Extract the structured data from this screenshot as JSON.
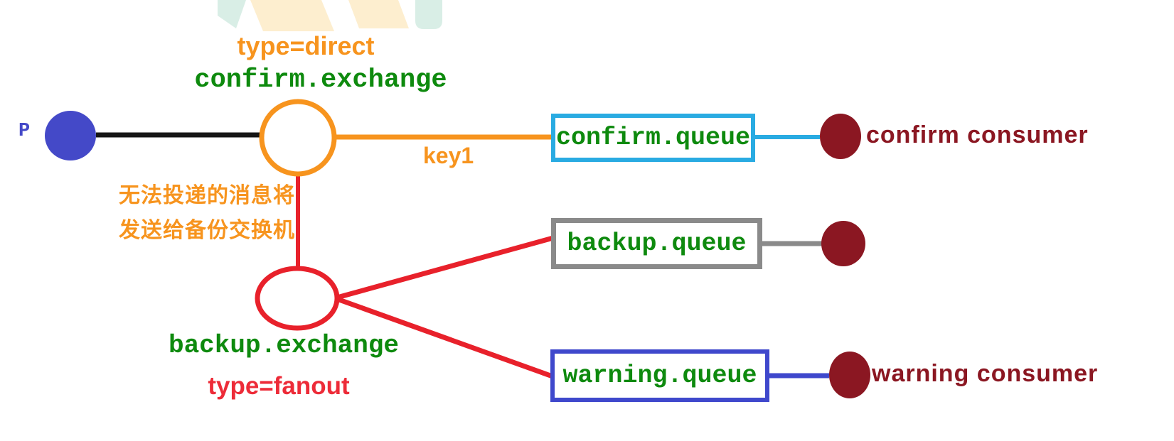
{
  "diagram": {
    "title_context": "RabbitMQ backup exchange topology",
    "producer": {
      "label": "P"
    },
    "confirm_exchange": {
      "name": "confirm.exchange",
      "type_label": "type=direct",
      "routing_key": "key1"
    },
    "backup_exchange": {
      "name": "backup.exchange",
      "type_label": "type=fanout"
    },
    "note": {
      "line1": "无法投递的消息将",
      "line2": "发送给备份交换机"
    },
    "queues": {
      "confirm": "confirm.queue",
      "backup": "backup.queue",
      "warning": "warning.queue"
    },
    "consumers": {
      "confirm": "confirm consumer",
      "warning": "warning consumer"
    }
  },
  "colors": {
    "orange_accent": "#F7941E",
    "green_label": "#0E8A0E",
    "red_accent": "#ED2B38",
    "cyan_box": "#29ABE2",
    "gray_box": "#8A8A8A",
    "blue_box": "#3F48CC",
    "maroon_node": "#8B1722",
    "producer_blue": "#4449C8",
    "black_line": "#151515",
    "watermark_mint": "#D9EEE6",
    "watermark_cream": "#FDEECF"
  }
}
